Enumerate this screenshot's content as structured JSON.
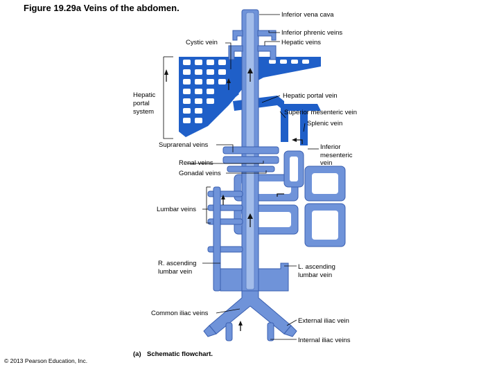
{
  "title": "Figure 19.29a  Veins of the abdomen.",
  "labels": {
    "inferior_vena_cava": "Inferior vena cava",
    "inferior_phrenic_veins": "Inferior phrenic veins",
    "hepatic_veins": "Hepatic veins",
    "cystic_vein": "Cystic vein",
    "hepatic_portal_system_1": "Hepatic",
    "hepatic_portal_system_2": "portal",
    "hepatic_portal_system_3": "system",
    "hepatic_portal_vein": "Hepatic portal vein",
    "superior_mesenteric_vein": "Superior mesenteric vein",
    "splenic_vein": "Splenic vein",
    "suprarenal_veins": "Suprarenal veins",
    "inferior_mesenteric_1": "Inferior",
    "inferior_mesenteric_2": "mesenteric",
    "inferior_mesenteric_3": "vein",
    "renal_veins": "Renal veins",
    "gonadal_veins": "Gonadal veins",
    "lumbar_veins": "Lumbar veins",
    "r_ascending_1": "R. ascending",
    "r_ascending_2": "lumbar vein",
    "l_ascending_1": "L. ascending",
    "l_ascending_2": "lumbar vein",
    "common_iliac_veins": "Common iliac veins",
    "external_iliac_vein": "External iliac vein",
    "internal_iliac_veins": "Internal iliac veins",
    "panel_letter": "(a)",
    "panel_caption": "Schematic flowchart."
  },
  "copyright": "© 2013 Pearson Education, Inc.",
  "colors": {
    "vein_medium": "#6f93d9",
    "vein_dark": "#1f5fc8",
    "vein_light": "#a3bdea"
  }
}
